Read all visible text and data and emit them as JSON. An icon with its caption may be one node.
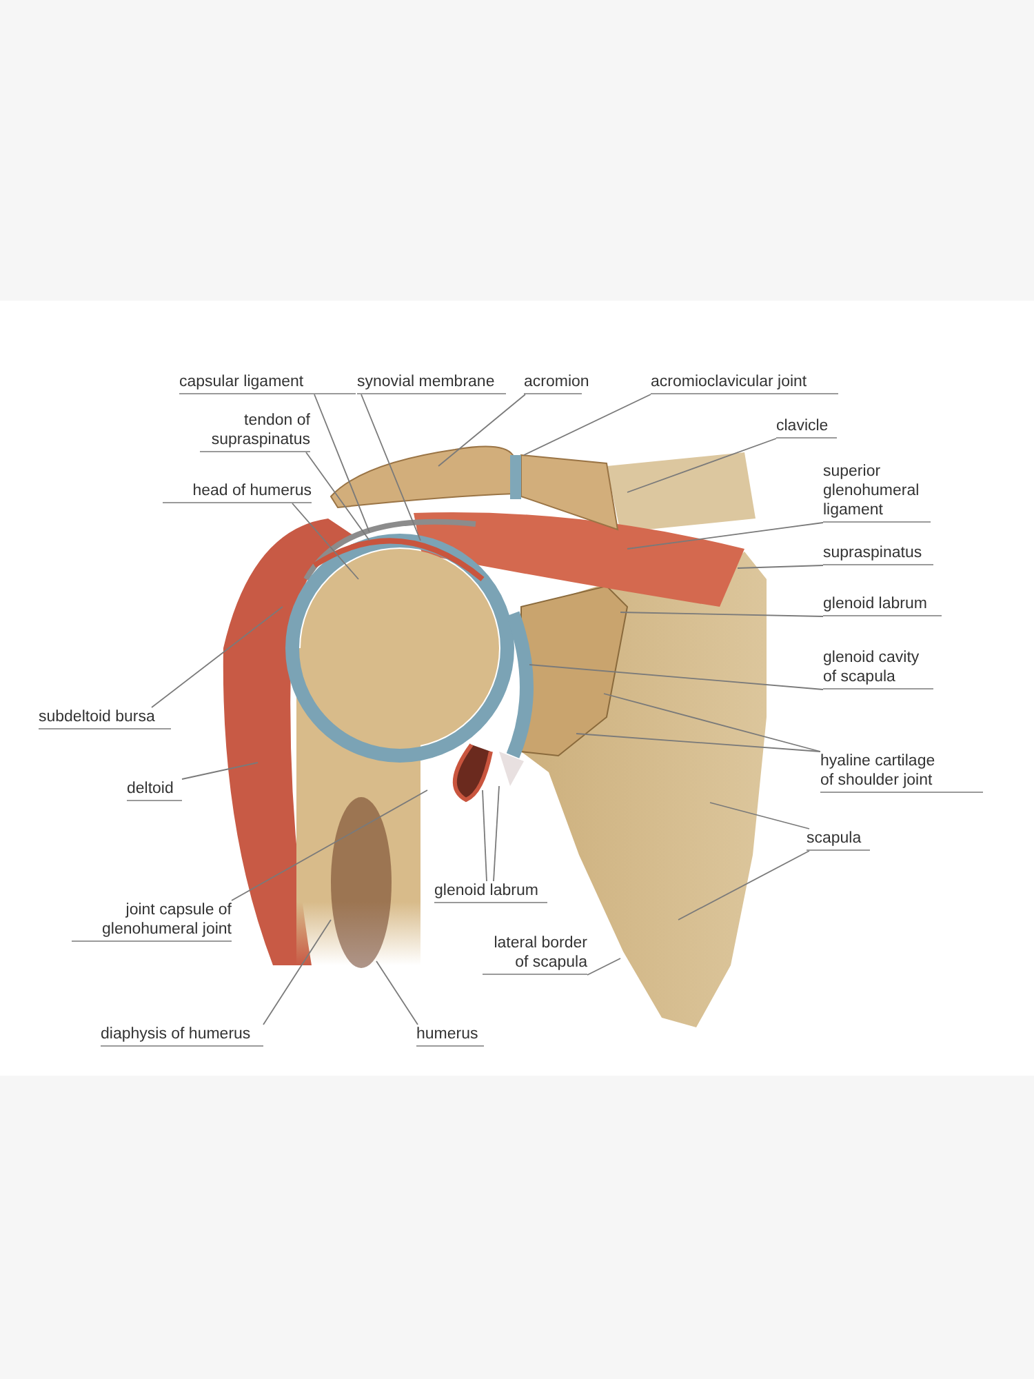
{
  "diagram": {
    "nodes": [
      {
        "text": [
          "capsular ligament"
        ]
      },
      {
        "text": [
          "synovial membrane"
        ]
      },
      {
        "text": [
          "acromion"
        ]
      },
      {
        "text": [
          "acromioclavicular joint"
        ]
      },
      {
        "text": [
          "clavicle"
        ]
      },
      {
        "text": [
          "tendon of supraspinatus"
        ]
      },
      {
        "text": [
          "superior glenohumeral ligament"
        ]
      },
      {
        "text": [
          "head of humerus"
        ]
      },
      {
        "text": [
          "supraspinatus"
        ]
      },
      {
        "text": [
          "glenoid labrum"
        ]
      },
      {
        "text": [
          "glenoid cavity of scapula"
        ]
      },
      {
        "text": [
          "subdeltoid bursa"
        ]
      },
      {
        "text": [
          "hyaline cartilage of shoulder joint"
        ]
      },
      {
        "text": [
          "deltoid"
        ]
      },
      {
        "text": [
          "scapula"
        ]
      },
      {
        "text": [
          "glenoid labrum"
        ]
      },
      {
        "text": [
          "joint capsule of glenohumeral joint"
        ]
      },
      {
        "text": [
          "lateral border of scapula"
        ]
      },
      {
        "text": [
          "diaphysis of humerus"
        ]
      },
      {
        "text": [
          "humerus"
        ]
      }
    ],
    "edges": [
      {
        "from": 0,
        "to": null,
        "arrow": "none"
      },
      {
        "from": 1,
        "to": null,
        "arrow": "none"
      },
      {
        "from": 2,
        "to": null,
        "arrow": "none"
      },
      {
        "from": 3,
        "to": null,
        "arrow": "none"
      },
      {
        "from": 4,
        "to": null,
        "arrow": "none"
      },
      {
        "from": 5,
        "to": null,
        "arrow": "none"
      },
      {
        "from": 6,
        "to": null,
        "arrow": "none"
      },
      {
        "from": 7,
        "to": null,
        "arrow": "none"
      },
      {
        "from": 8,
        "to": null,
        "arrow": "none"
      },
      {
        "from": 9,
        "to": null,
        "arrow": "none"
      },
      {
        "from": 10,
        "to": null,
        "arrow": "none"
      },
      {
        "from": 11,
        "to": null,
        "arrow": "none"
      },
      {
        "from": 12,
        "to": null,
        "arrow": "none"
      },
      {
        "from": 12,
        "to": null,
        "arrow": "none"
      },
      {
        "from": 13,
        "to": null,
        "arrow": "none"
      },
      {
        "from": 14,
        "to": null,
        "arrow": "none"
      },
      {
        "from": 14,
        "to": null,
        "arrow": "none"
      },
      {
        "from": 15,
        "to": null,
        "arrow": "none"
      },
      {
        "from": 15,
        "to": null,
        "arrow": "none"
      },
      {
        "from": 16,
        "to": null,
        "arrow": "none"
      },
      {
        "from": 17,
        "to": null,
        "arrow": "none"
      },
      {
        "from": 18,
        "to": null,
        "arrow": "none"
      },
      {
        "from": 19,
        "to": null,
        "arrow": "none"
      }
    ]
  }
}
